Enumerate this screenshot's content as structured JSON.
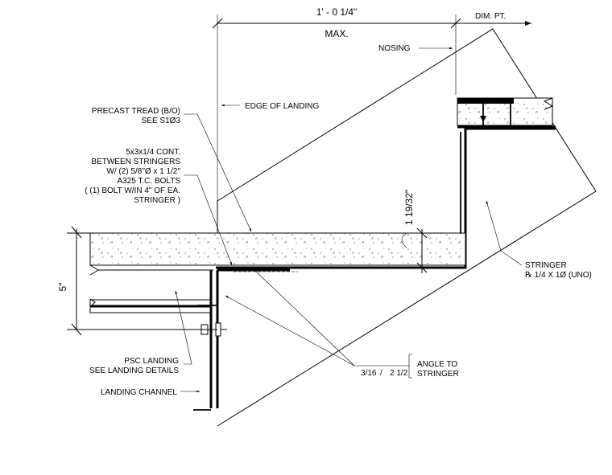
{
  "dimensions": {
    "top_length": "1' - 0 1/4\"",
    "max": "MAX.",
    "dim_pt": "DIM. PT.",
    "slab_depth": "5\"",
    "tread_offset": "1 19/32\""
  },
  "labels": {
    "nosing": "NOSING",
    "edge_of_landing": "EDGE OF LANDING",
    "precast_tread": [
      "PRECAST TREAD (B/O)",
      "SEE S1Ø3"
    ],
    "angle_note": [
      "5x3x1/4 CONT.",
      "BETWEEN STRINGERS",
      "W/ (2) 5/8\"Ø x 1 1/2\"",
      "A325 T.C. BOLTS",
      "( (1) BOLT W/IN 4\" OF EA.",
      "STRINGER )"
    ],
    "stringer": [
      "STRINGER",
      "℞ 1/4 X 1Ø (UNO)"
    ],
    "psc_landing": [
      "PSC LANDING",
      "SEE LANDING DETAILS"
    ],
    "landing_channel": "LANDING CHANNEL",
    "weld_size": "3/16",
    "weld_length": "2 1/2",
    "weld_note": [
      "ANGLE TO",
      "STRINGER"
    ]
  }
}
